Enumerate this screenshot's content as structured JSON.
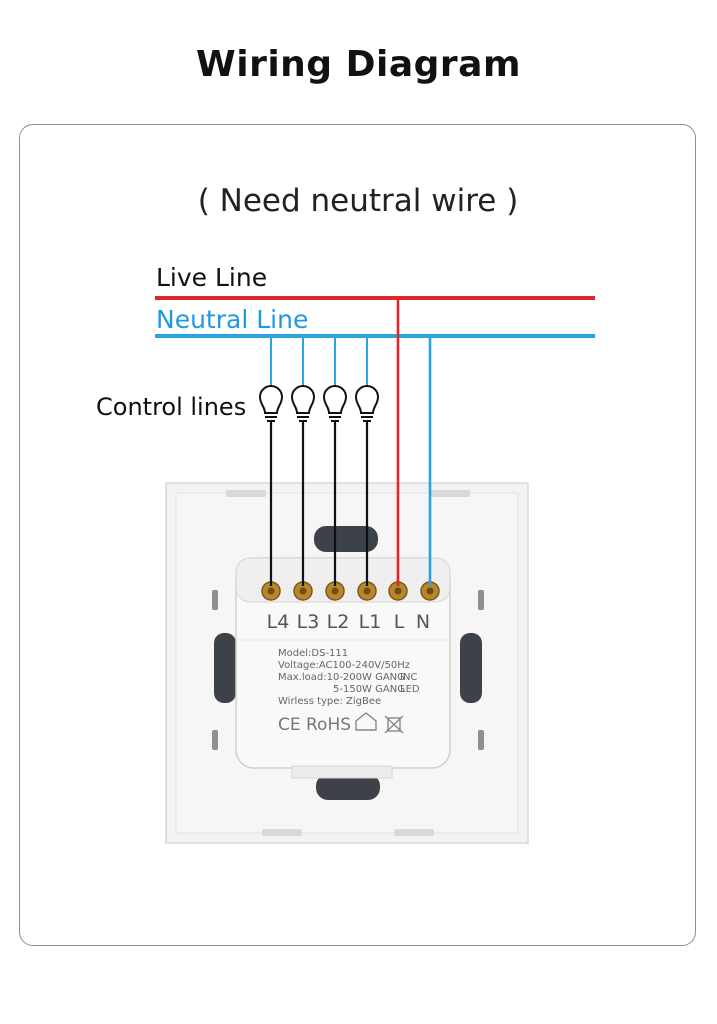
{
  "title": "Wiring Diagram",
  "subtitle": "( Need neutral wire )",
  "labels": {
    "live_line": "Live Line",
    "neutral_line": "Neutral Line",
    "control_lines": "Control lines"
  },
  "terminals": [
    "L4",
    "L3",
    "L2",
    "L1",
    "L",
    "N"
  ],
  "device_label": {
    "model": "Model:DS-111",
    "voltage": "Voltage:AC100-240V/50Hz",
    "max_load": "Max.load:10-200W GANG",
    "max_load_inc": "INC",
    "max_load_led_value": "5-150W GANG",
    "max_load_led": "LED",
    "wireless": "Wirless type: ZigBee",
    "ce": "CE",
    "rohs": "RoHS"
  },
  "colors": {
    "live": "#e0252b",
    "neutral": "#2aa3e0",
    "control": "#111111",
    "neutral_text": "#1e9be0"
  },
  "icons": [
    "light-bulb-icon",
    "ce-mark-icon",
    "rohs-mark-icon",
    "indoor-use-icon",
    "weee-bin-icon"
  ]
}
